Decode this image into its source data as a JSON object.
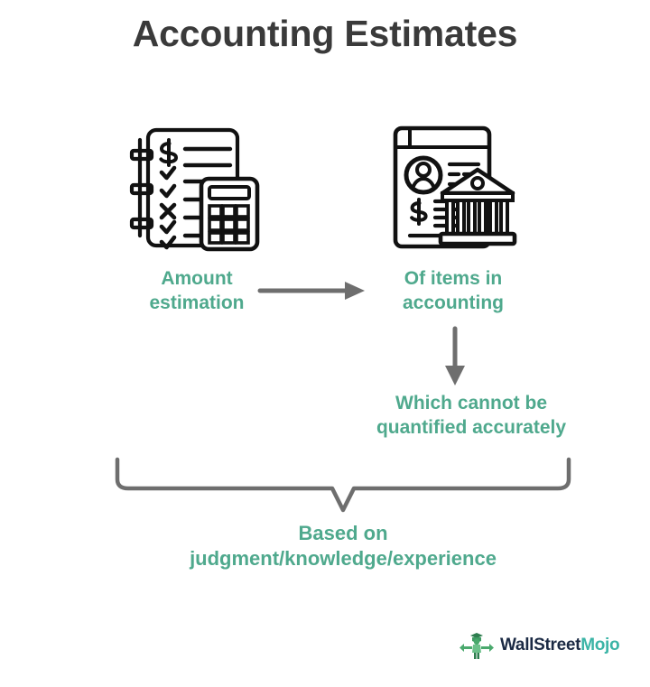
{
  "title": "Accounting Estimates",
  "colors": {
    "title": "#3a3a3a",
    "accent_teal": "#4fa98d",
    "arrow_gray": "#6e6e6e",
    "icon_black": "#111111",
    "logo_dark": "#1b2a44",
    "logo_teal": "#3bb4a6",
    "background": "#ffffff"
  },
  "icons": {
    "left": {
      "name": "notebook-checklist-calculator-icon",
      "elements": [
        "spiral-notebook",
        "dollar-sign",
        "checkmarks",
        "x-mark",
        "calculator"
      ]
    },
    "right": {
      "name": "financial-report-bank-icon",
      "elements": [
        "document",
        "user-avatar",
        "text-lines",
        "dollar-sign",
        "bank-building"
      ]
    }
  },
  "nodes": {
    "amount_estimation": {
      "line1": "Amount",
      "line2": "estimation"
    },
    "of_items_in_accounting": {
      "line1": "Of items in",
      "line2": "accounting"
    },
    "which_cannot_be_quantified": {
      "line1": "Which cannot be",
      "line2": "quantified accurately"
    },
    "based_on": {
      "line1": "Based on",
      "line2": "judgment/knowledge/experience"
    }
  },
  "connectors": {
    "arrow_right": "arrow-right-icon",
    "arrow_down": "arrow-down-icon",
    "bracket": "summary-bracket"
  },
  "logo": {
    "mark": "wallstreetmojo-graduate-icon",
    "text_primary": "WallStreet",
    "text_accent": "Mojo"
  }
}
